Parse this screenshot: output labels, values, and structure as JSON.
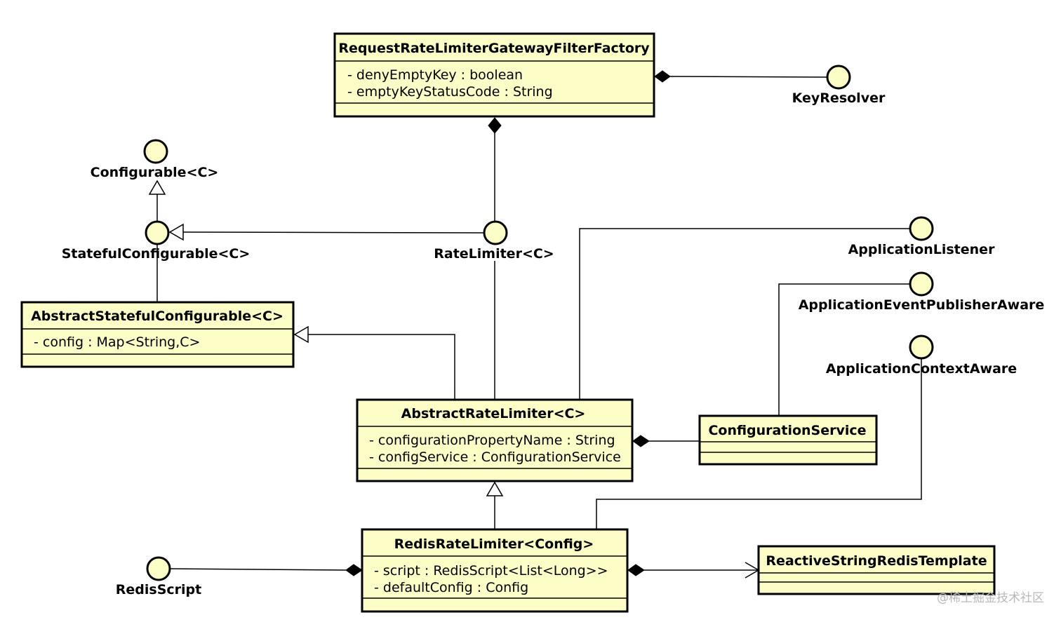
{
  "classes": {
    "request_rate_limiter_factory": {
      "name": "RequestRateLimiterGatewayFilterFactory",
      "attributes": [
        "- denyEmptyKey : boolean",
        "- emptyKeyStatusCode : String"
      ]
    },
    "abstract_stateful_configurable": {
      "name": "AbstractStatefulConfigurable<C>",
      "attributes": [
        "- config : Map<String,C>"
      ]
    },
    "abstract_rate_limiter": {
      "name": "AbstractRateLimiter<C>",
      "attributes": [
        "- configurationPropertyName : String",
        "- configService : ConfigurationService"
      ]
    },
    "configuration_service": {
      "name": "ConfigurationService",
      "attributes": []
    },
    "redis_rate_limiter": {
      "name": "RedisRateLimiter<Config>",
      "attributes": [
        "- script : RedisScript<List<Long>>",
        "- defaultConfig : Config"
      ]
    },
    "reactive_string_redis_template": {
      "name": "ReactiveStringRedisTemplate",
      "attributes": []
    }
  },
  "interfaces": {
    "key_resolver": "KeyResolver",
    "configurable": "Configurable<C>",
    "stateful_configurable": "StatefulConfigurable<C>",
    "rate_limiter": "RateLimiter<C>",
    "application_listener": "ApplicationListener",
    "application_event_publisher_aware": "ApplicationEventPublisherAware",
    "application_context_aware": "ApplicationContextAware",
    "redis_script": "RedisScript"
  },
  "watermark": "@稀土掘金技术社区"
}
